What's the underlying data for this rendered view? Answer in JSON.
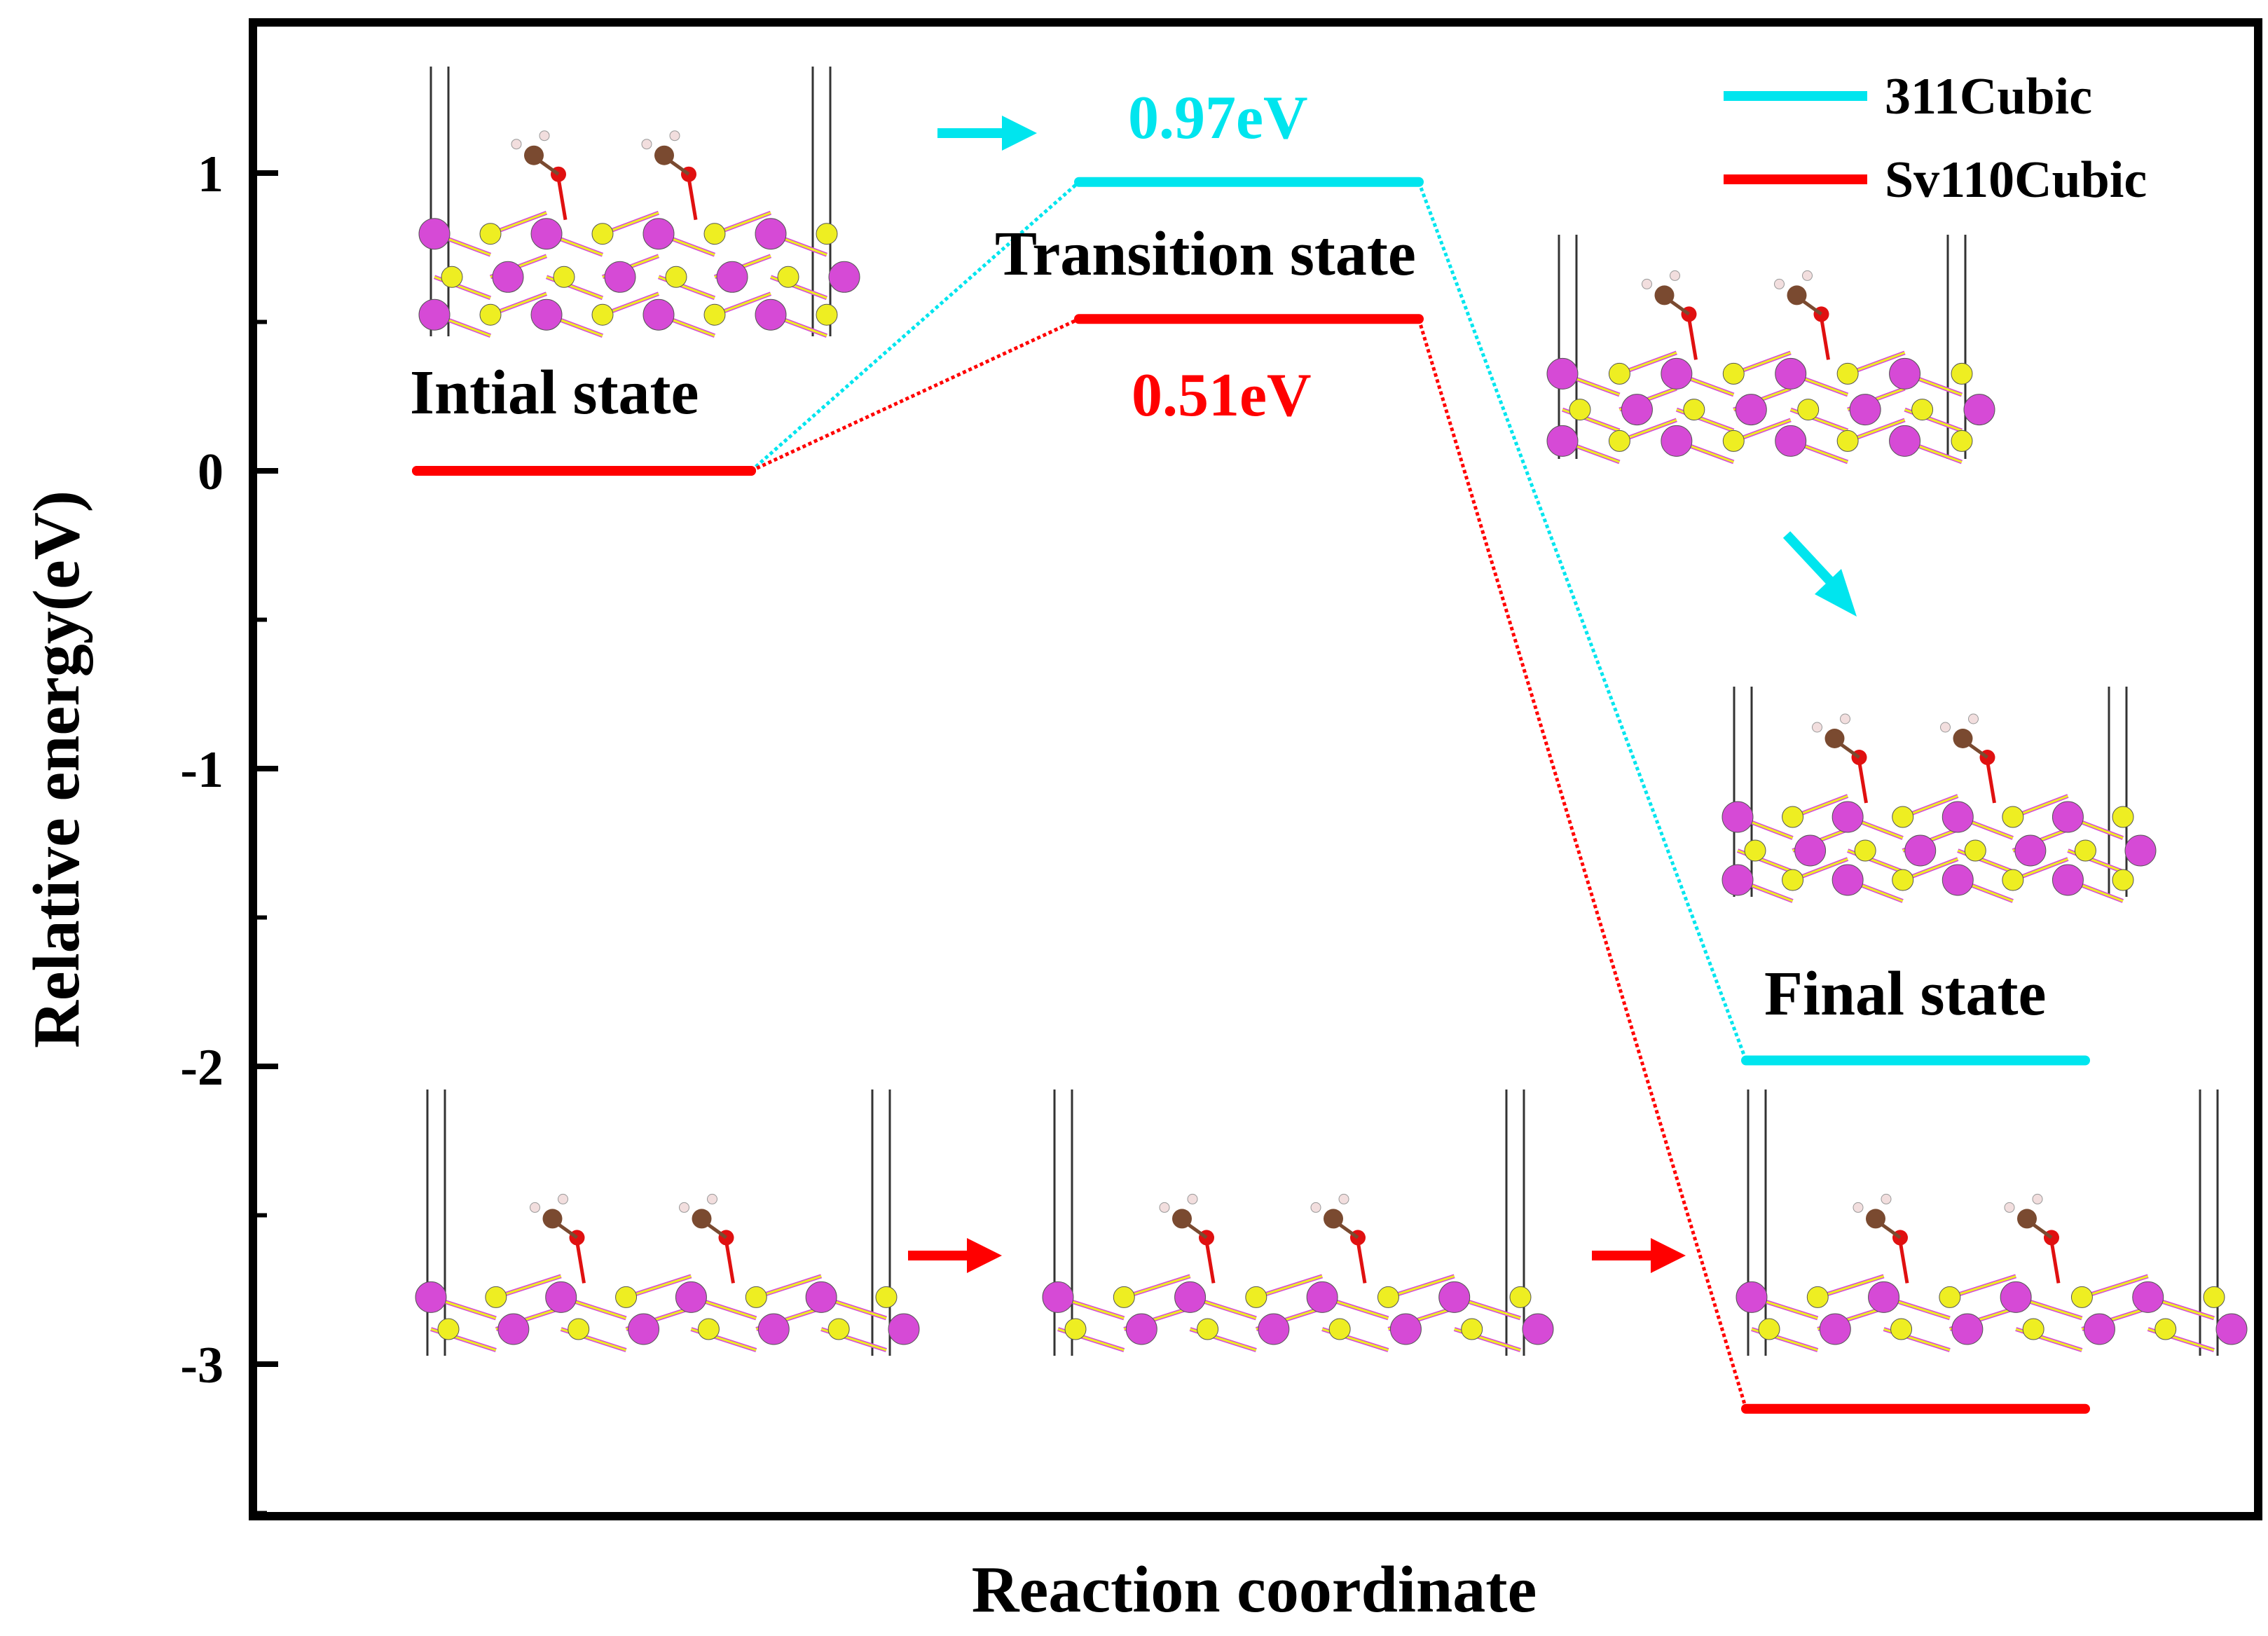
{
  "chart_data": {
    "type": "line",
    "subtype": "reaction-energy-profile",
    "xlabel": "Reaction coordinate",
    "ylabel": "Relative energy(eV)",
    "ylim": [
      -3.5,
      1.5
    ],
    "yticks": [
      1,
      0,
      -1,
      -2,
      -3
    ],
    "grid": false,
    "legend_position": "top-right",
    "states": [
      {
        "key": "initial",
        "label": "Intial state"
      },
      {
        "key": "transition",
        "label": "Transition state"
      },
      {
        "key": "final",
        "label": "Final state"
      }
    ],
    "series": [
      {
        "name": "311Cubic",
        "color": "#00e5ee",
        "values": [
          0,
          0.97,
          -1.98
        ],
        "barrier_label": "0.97eV"
      },
      {
        "name": "Sv110Cubic",
        "color": "#ff0000",
        "values": [
          0,
          0.51,
          -3.15
        ],
        "barrier_label": "0.51eV"
      }
    ],
    "annotations": {
      "arrow_colors": {
        "cyan": "#00e5ee",
        "red": "#ff0000"
      },
      "atom_colors": {
        "mo": "#d64ad6",
        "s": "#eeee22",
        "o": "#e01010",
        "c": "#7a4a30",
        "h": "#f2dede"
      }
    }
  }
}
